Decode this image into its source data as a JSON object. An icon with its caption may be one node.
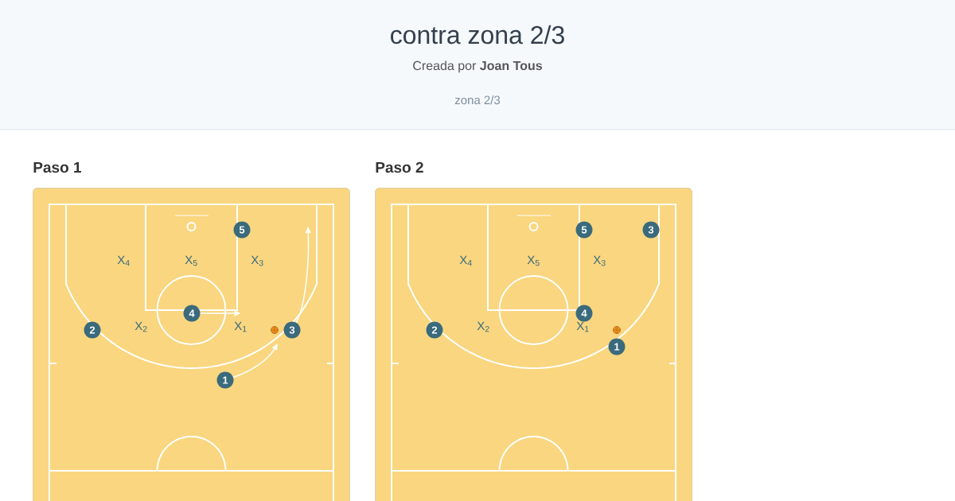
{
  "diagram": {
    "title": "contra zona 2/3",
    "nodes": [
      {
        "text": [
          "Paso 1"
        ]
      },
      {
        "text": [
          "1"
        ],
        "in": 0
      },
      {
        "text": [
          "2"
        ],
        "in": 0
      },
      {
        "text": [
          "3"
        ],
        "in": 0
      },
      {
        "text": [
          "4"
        ],
        "in": 0
      },
      {
        "text": [
          "5"
        ],
        "in": 0
      },
      {
        "text": [
          "X$_{1}$"
        ],
        "in": 0
      },
      {
        "text": [
          "Paso 2"
        ]
      },
      {
        "text": [
          "1"
        ],
        "in": 7
      },
      {
        "text": [
          "2"
        ],
        "in": 7
      },
      {
        "text": [
          "3"
        ],
        "in": 7
      },
      {
        "text": [
          "4"
        ],
        "in": 7
      },
      {
        "text": [
          "5"
        ],
        "in": 7
      }
    ],
    "edges": [
      {
        "from": 1,
        "to": null,
        "arrow": "to"
      },
      {
        "from": 3,
        "to": null,
        "arrow": "to"
      },
      {
        "from": 4,
        "to": 6,
        "arrow": "to"
      }
    ],
    "labels": [
      "Creada por **Joan Tous**",
      "zona 2/3",
      "X$_{4}$",
      "X$_{5}$",
      "X$_{3}$",
      "X$_{2}$",
      "X$_{4}$",
      "X$_{5}$",
      "X$_{3}$",
      "X$_{2}$",
      "X$_{1}$"
    ]
  }
}
